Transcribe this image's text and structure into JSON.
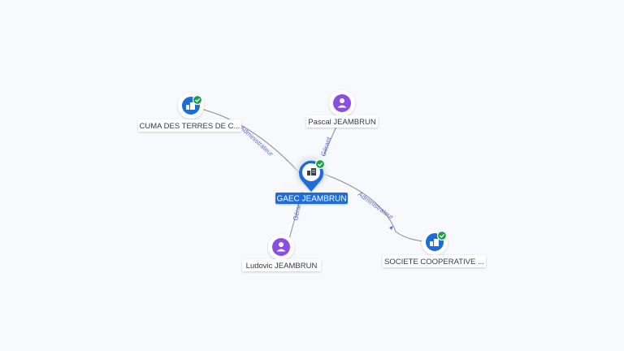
{
  "colors": {
    "company": "#1a6ddb",
    "person": "#8a4fe0",
    "verified": "#18a14a",
    "edge": "#8c8c8c",
    "edge_label": "#5a6fd0"
  },
  "nodes": {
    "center": {
      "label": "GAEC JEAMBRUN",
      "type": "company",
      "icon": "building-icon",
      "verified": true
    },
    "cuma": {
      "label": "CUMA DES TERRES DE C...",
      "type": "company",
      "icon": "building-icon",
      "verified": true
    },
    "pascal": {
      "label": "Pascal JEAMBRUN",
      "type": "person",
      "icon": "person-icon",
      "verified": false
    },
    "ludovic": {
      "label": "Ludovic JEAMBRUN",
      "type": "person",
      "icon": "person-icon",
      "verified": false
    },
    "societe": {
      "label": "SOCIETE COOPERATIVE ...",
      "type": "company",
      "icon": "building-icon",
      "verified": true
    }
  },
  "edges": {
    "cuma": {
      "label": "Administrateur"
    },
    "pascal": {
      "label": "Gérant"
    },
    "ludovic": {
      "label": "Gérant"
    },
    "societe": {
      "label": "Administrateur"
    }
  }
}
